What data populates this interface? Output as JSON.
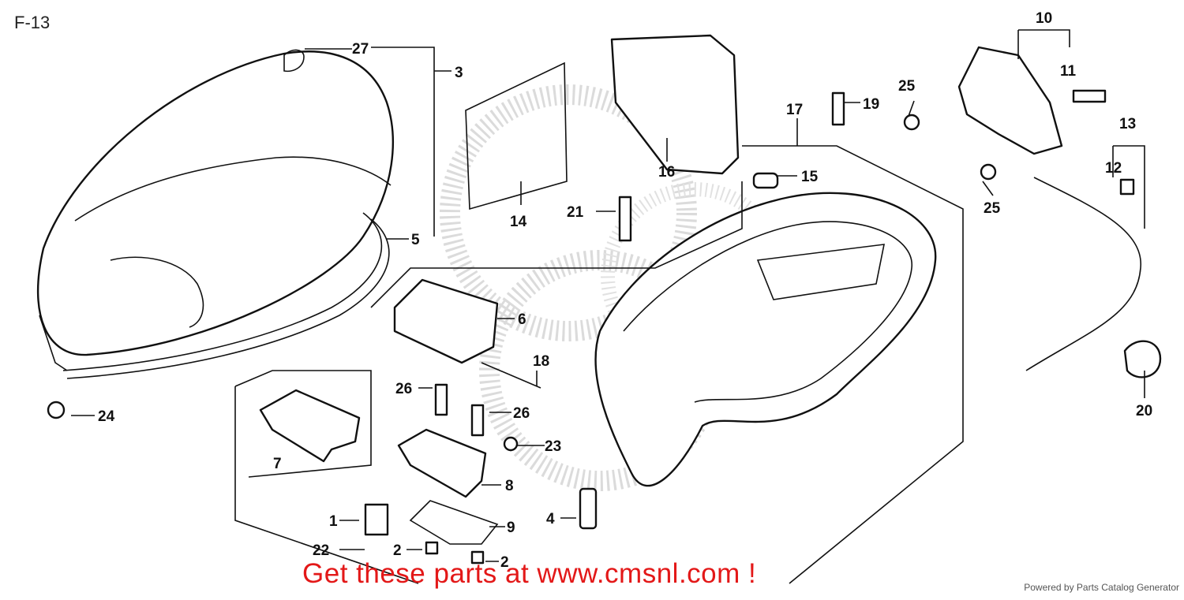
{
  "diagram": {
    "page_code": "F-13",
    "promo_text": "Get these parts at www.cmsnl.com !",
    "credit_text": "Powered by Parts Catalog Generator",
    "watermark_color": "#bbbbbb",
    "promo_color": "#e31818",
    "callouts": [
      "1",
      "2",
      "2",
      "3",
      "4",
      "5",
      "6",
      "7",
      "8",
      "9",
      "10",
      "11",
      "12",
      "13",
      "14",
      "15",
      "16",
      "17",
      "18",
      "19",
      "20",
      "21",
      "22",
      "23",
      "24",
      "25",
      "25",
      "26",
      "26",
      "27"
    ]
  }
}
